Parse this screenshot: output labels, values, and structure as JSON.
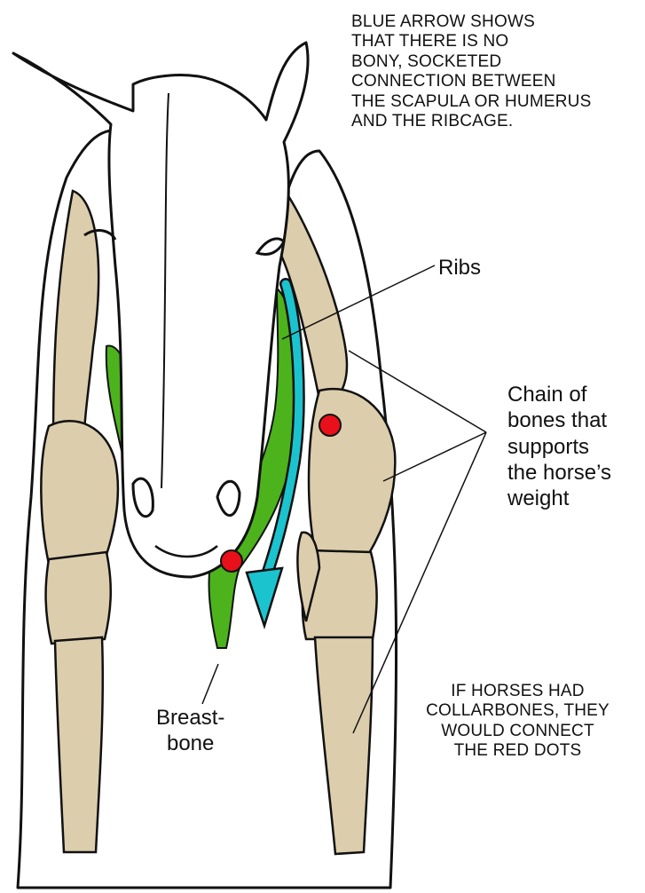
{
  "diagram": {
    "colors": {
      "outline": "#111111",
      "bone": "#dccdac",
      "rib_green": "#4cb31c",
      "arrow_cyan": "#1bc3cf",
      "dot_red": "#e8101a",
      "text": "#111111"
    },
    "top_note": "BLUE ARROW SHOWS\nTHAT THERE IS NO\nBONY, SOCKETED\nCONNECTION BETWEEN\nTHE SCAPULA OR HUMERUS\nAND THE RIBCAGE.",
    "labels": {
      "ribs": "Ribs",
      "chain": "Chain of\nbones that\nsupports\nthe horse’s\nweight",
      "breastbone": "Breast-\nbone",
      "collarbones": "IF HORSES HAD\nCOLLARBONES, THEY\nWOULD CONNECT\nTHE RED DOTS"
    }
  }
}
